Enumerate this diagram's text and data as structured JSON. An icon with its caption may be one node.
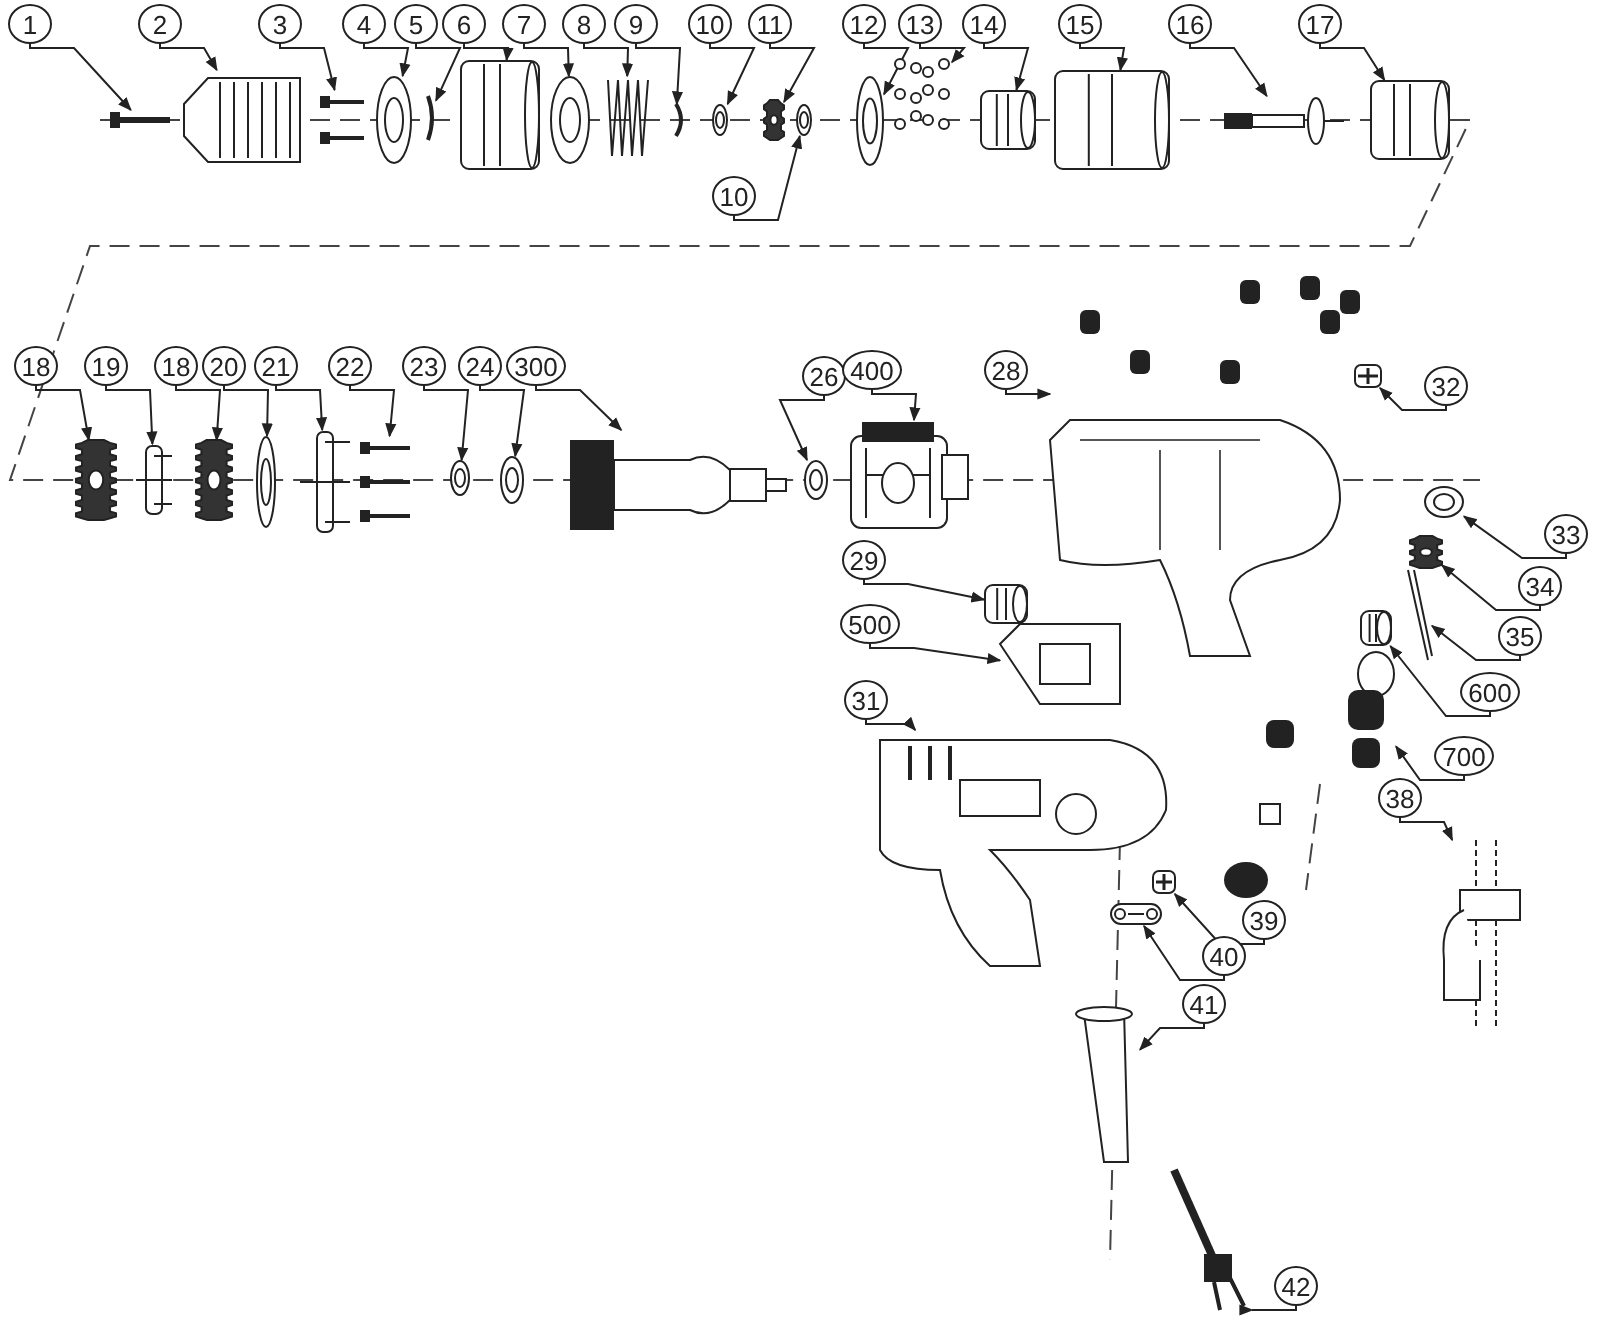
{
  "diagram": {
    "nodes": [
      {
        "text": [
          "1"
        ]
      },
      {
        "text": [
          "2"
        ]
      },
      {
        "text": [
          "3"
        ]
      },
      {
        "text": [
          "4"
        ]
      },
      {
        "text": [
          "5"
        ]
      },
      {
        "text": [
          "6"
        ]
      },
      {
        "text": [
          "7"
        ]
      },
      {
        "text": [
          "8"
        ]
      },
      {
        "text": [
          "9"
        ]
      },
      {
        "text": [
          "10"
        ]
      },
      {
        "text": [
          "11"
        ]
      },
      {
        "text": [
          "10"
        ]
      },
      {
        "text": [
          "12"
        ]
      },
      {
        "text": [
          "13"
        ]
      },
      {
        "text": [
          "14"
        ]
      },
      {
        "text": [
          "15"
        ]
      },
      {
        "text": [
          "16"
        ]
      },
      {
        "text": [
          "17"
        ]
      },
      {
        "text": [
          "18"
        ]
      },
      {
        "text": [
          "19"
        ]
      },
      {
        "text": [
          "18"
        ]
      },
      {
        "text": [
          "20"
        ]
      },
      {
        "text": [
          "21"
        ]
      },
      {
        "text": [
          "22"
        ]
      },
      {
        "text": [
          "23"
        ]
      },
      {
        "text": [
          "24"
        ]
      },
      {
        "text": [
          "300"
        ]
      },
      {
        "text": [
          "26"
        ]
      },
      {
        "text": [
          "400"
        ]
      },
      {
        "text": [
          "28"
        ]
      },
      {
        "text": [
          "32"
        ]
      },
      {
        "text": [
          "33"
        ]
      },
      {
        "text": [
          "34"
        ]
      },
      {
        "text": [
          "35"
        ]
      },
      {
        "text": [
          "600"
        ]
      },
      {
        "text": [
          "700"
        ]
      },
      {
        "text": [
          "29"
        ]
      },
      {
        "text": [
          "500"
        ]
      },
      {
        "text": [
          "31"
        ]
      },
      {
        "text": [
          "38"
        ]
      },
      {
        "text": [
          "39"
        ]
      },
      {
        "text": [
          "40"
        ]
      },
      {
        "text": [
          "41"
        ]
      },
      {
        "text": [
          "42"
        ]
      },
      {
        "text": [],
        "shape": "picture"
      },
      {
        "text": [],
        "shape": "picture"
      },
      {
        "text": [],
        "shape": "picture"
      },
      {
        "text": [],
        "shape": "picture"
      },
      {
        "text": [],
        "shape": "picture"
      },
      {
        "text": [],
        "shape": "picture"
      },
      {
        "text": [],
        "shape": "picture"
      },
      {
        "text": [],
        "shape": "picture"
      },
      {
        "text": [],
        "shape": "picture"
      },
      {
        "text": [],
        "shape": "picture"
      },
      {
        "text": [],
        "shape": "picture"
      },
      {
        "text": [],
        "shape": "picture"
      },
      {
        "text": [],
        "shape": "picture"
      },
      {
        "text": [],
        "shape": "picture"
      },
      {
        "text": [],
        "shape": "picture"
      },
      {
        "text": [],
        "shape": "picture"
      },
      {
        "text": [],
        "shape": "picture"
      },
      {
        "text": [],
        "shape": "picture"
      },
      {
        "text": [],
        "shape": "picture"
      },
      {
        "text": [],
        "shape": "picture"
      },
      {
        "text": [],
        "shape": "picture"
      },
      {
        "text": [],
        "shape": "picture"
      },
      {
        "text": [],
        "shape": "picture"
      },
      {
        "text": [],
        "shape": "picture"
      },
      {
        "text": [],
        "shape": "picture"
      },
      {
        "text": [],
        "shape": "picture"
      },
      {
        "text": [],
        "shape": "picture"
      },
      {
        "text": [],
        "shape": "picture"
      },
      {
        "text": [],
        "shape": "picture"
      },
      {
        "text": [],
        "shape": "picture"
      },
      {
        "text": [],
        "shape": "picture"
      },
      {
        "text": [],
        "shape": "picture"
      },
      {
        "text": [],
        "shape": "picture"
      },
      {
        "text": [],
        "shape": "picture"
      },
      {
        "text": [],
        "shape": "picture"
      },
      {
        "text": [],
        "shape": "picture"
      },
      {
        "text": [],
        "shape": "picture"
      },
      {
        "text": [],
        "shape": "picture"
      },
      {
        "text": [],
        "shape": "picture"
      },
      {
        "text": [],
        "shape": "picture"
      },
      {
        "text": [],
        "shape": "picture"
      },
      {
        "text": [],
        "shape": "picture"
      },
      {
        "text": [],
        "shape": "picture"
      },
      {
        "text": [],
        "shape": "picture"
      }
    ],
    "edges": [
      {
        "from": 0,
        "to": 44,
        "arrow": "to"
      },
      {
        "from": 1,
        "to": 45,
        "arrow": "to"
      },
      {
        "from": 2,
        "to": 46,
        "arrow": "to"
      },
      {
        "from": 3,
        "to": 47,
        "arrow": "to"
      },
      {
        "from": 4,
        "to": 48,
        "arrow": "to"
      },
      {
        "from": 5,
        "to": 49,
        "arrow": "to"
      },
      {
        "from": 6,
        "to": 50,
        "arrow": "to"
      },
      {
        "from": 7,
        "to": 51,
        "arrow": "to"
      },
      {
        "from": 8,
        "to": 52,
        "arrow": "to"
      },
      {
        "from": 9,
        "to": 53,
        "arrow": "to"
      },
      {
        "from": 10,
        "to": 54,
        "arrow": "to"
      },
      {
        "from": 11,
        "to": 55,
        "arrow": "to"
      },
      {
        "from": 12,
        "to": 56,
        "arrow": "to"
      },
      {
        "from": 13,
        "to": 57,
        "arrow": "to"
      },
      {
        "from": 14,
        "to": 58,
        "arrow": "to"
      },
      {
        "from": 15,
        "to": 59,
        "arrow": "to"
      },
      {
        "from": 16,
        "to": 60,
        "arrow": "to"
      },
      {
        "from": 17,
        "to": 61,
        "arrow": "to"
      },
      {
        "from": 18,
        "to": 62,
        "arrow": "to"
      },
      {
        "from": 19,
        "to": 63,
        "arrow": "to"
      },
      {
        "from": 20,
        "to": 64,
        "arrow": "to"
      },
      {
        "from": 21,
        "to": 65,
        "arrow": "to"
      },
      {
        "from": 22,
        "to": 66,
        "arrow": "to"
      },
      {
        "from": 23,
        "to": 67,
        "arrow": "to"
      },
      {
        "from": 24,
        "to": 68,
        "arrow": "to"
      },
      {
        "from": 25,
        "to": 69,
        "arrow": "to"
      },
      {
        "from": 26,
        "to": 70,
        "arrow": "to"
      },
      {
        "from": 27,
        "to": 71,
        "arrow": "to"
      },
      {
        "from": 28,
        "to": 72,
        "arrow": "to"
      },
      {
        "from": 29,
        "to": 73,
        "arrow": "to"
      },
      {
        "from": 30,
        "to": 74,
        "arrow": "to"
      },
      {
        "from": 31,
        "to": 75,
        "arrow": "to"
      },
      {
        "from": 32,
        "to": 76,
        "arrow": "to"
      },
      {
        "from": 33,
        "to": 77,
        "arrow": "to"
      },
      {
        "from": 34,
        "to": 78,
        "arrow": "to"
      },
      {
        "from": 35,
        "to": 79,
        "arrow": "to"
      },
      {
        "from": 36,
        "to": 80,
        "arrow": "to"
      },
      {
        "from": 37,
        "to": 81,
        "arrow": "to"
      },
      {
        "from": 38,
        "to": 82,
        "arrow": "to"
      },
      {
        "from": 39,
        "to": 83,
        "arrow": "to"
      },
      {
        "from": 40,
        "to": 84,
        "arrow": "to"
      },
      {
        "from": 41,
        "to": 85,
        "arrow": "to"
      },
      {
        "from": 42,
        "to": 86,
        "arrow": "to"
      },
      {
        "from": 43,
        "to": 87,
        "arrow": "to"
      }
    ]
  }
}
